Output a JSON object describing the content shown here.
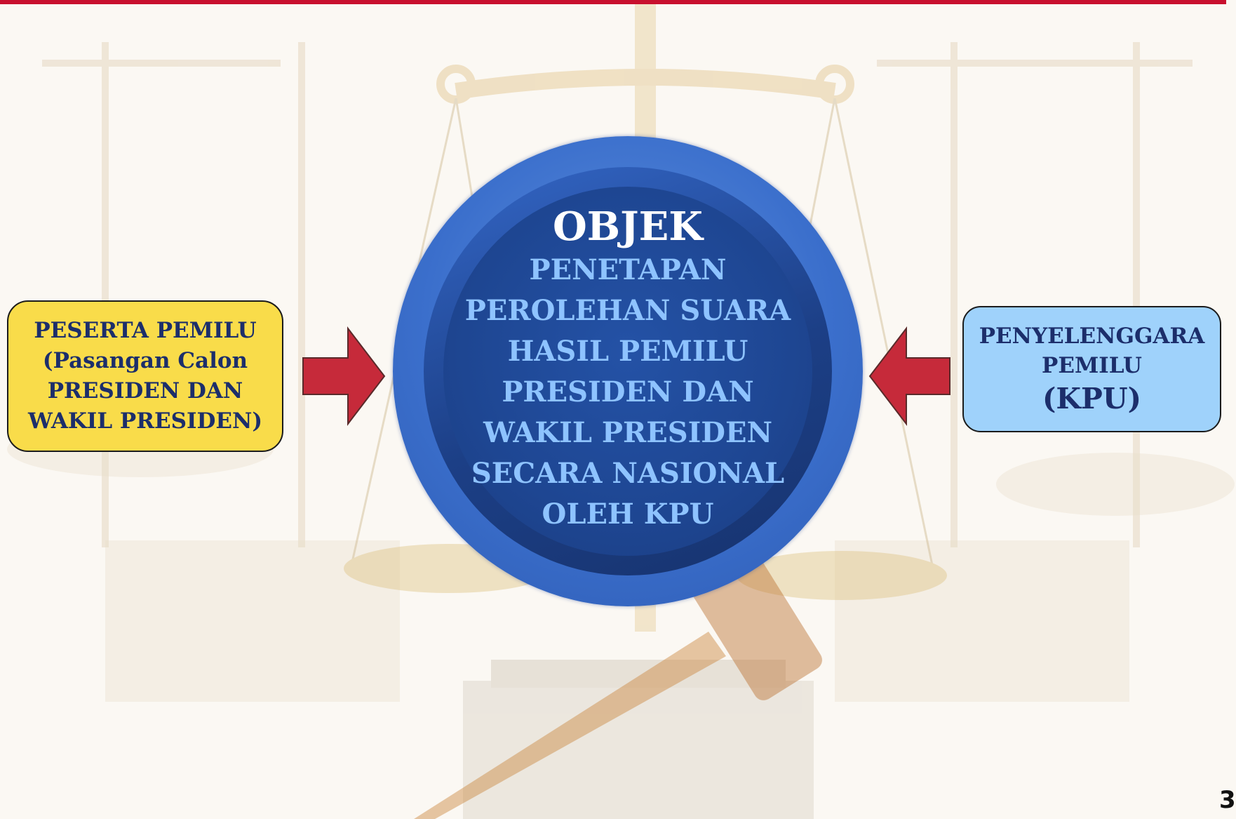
{
  "left_box": {
    "lines": [
      "PESERTA PEMILU",
      "(Pasangan Calon",
      "PRESIDEN DAN",
      "WAKIL PRESIDEN)"
    ]
  },
  "right_box": {
    "lines": [
      "PENYELENGGARA",
      "PEMILU",
      "(KPU)"
    ]
  },
  "center_circle": {
    "title": "OBJEK",
    "lines": [
      "PENETAPAN",
      "PEROLEHAN SUARA",
      "HASIL PEMILU",
      "PRESIDEN DAN",
      "WAKIL PRESIDEN",
      "SECARA NASIONAL",
      "OLEH KPU"
    ]
  },
  "page_number": "3",
  "colors": {
    "top_bar": "#c8102e",
    "left_box_fill": "#f9dc4a",
    "right_box_fill": "#9fd2fb",
    "arrow": "#c62a3a",
    "text_dark_blue": "#1c2e6b",
    "circle_text": "#8ec3ff"
  }
}
